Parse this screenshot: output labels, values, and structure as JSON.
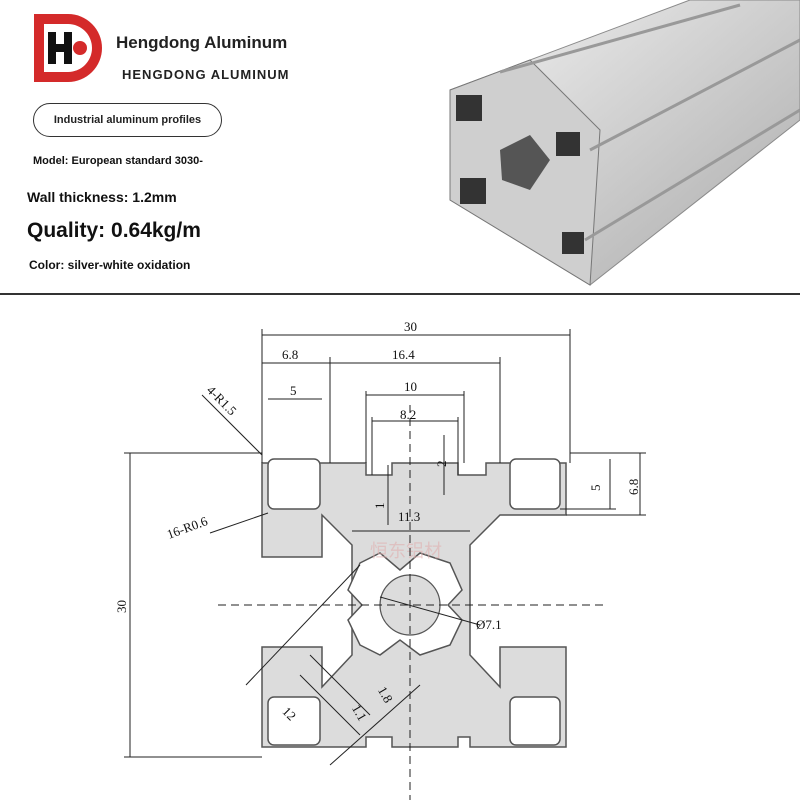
{
  "brand": {
    "name": "Hengdong Aluminum",
    "name_caps": "HENGDONG ALUMINUM",
    "logo_letters": "HD"
  },
  "product": {
    "category_pill": "Industrial aluminum profiles",
    "model": "Model: European standard 3030-",
    "wall_thickness": "Wall thickness: 1.2mm",
    "quality": "Quality: 0.64kg/m",
    "color": "Color: silver-white oxidation"
  },
  "drawing": {
    "watermark": "恒东铝材",
    "dimensions": {
      "overall_width": "30",
      "overall_height": "30",
      "corner_offset": "6.8",
      "slot_span": "16.4",
      "pocket_5": "5",
      "slot_10": "10",
      "slot_opening": "8.2",
      "lip_2": "2",
      "lip_1": "1",
      "core_width": "11.3",
      "right_5": "5",
      "right_6_8": "6.8",
      "corner_radius": "4-R1.5",
      "fillet_radius": "16-R0.6",
      "center_hole": "Ø7.1",
      "web_1_8": "1.8",
      "web_1_1": "1.1",
      "diag_12": "12"
    }
  },
  "colors": {
    "brand_red": "#d42a2a",
    "profile_fill": "#dcdcdc",
    "profile_stroke": "#555555"
  }
}
